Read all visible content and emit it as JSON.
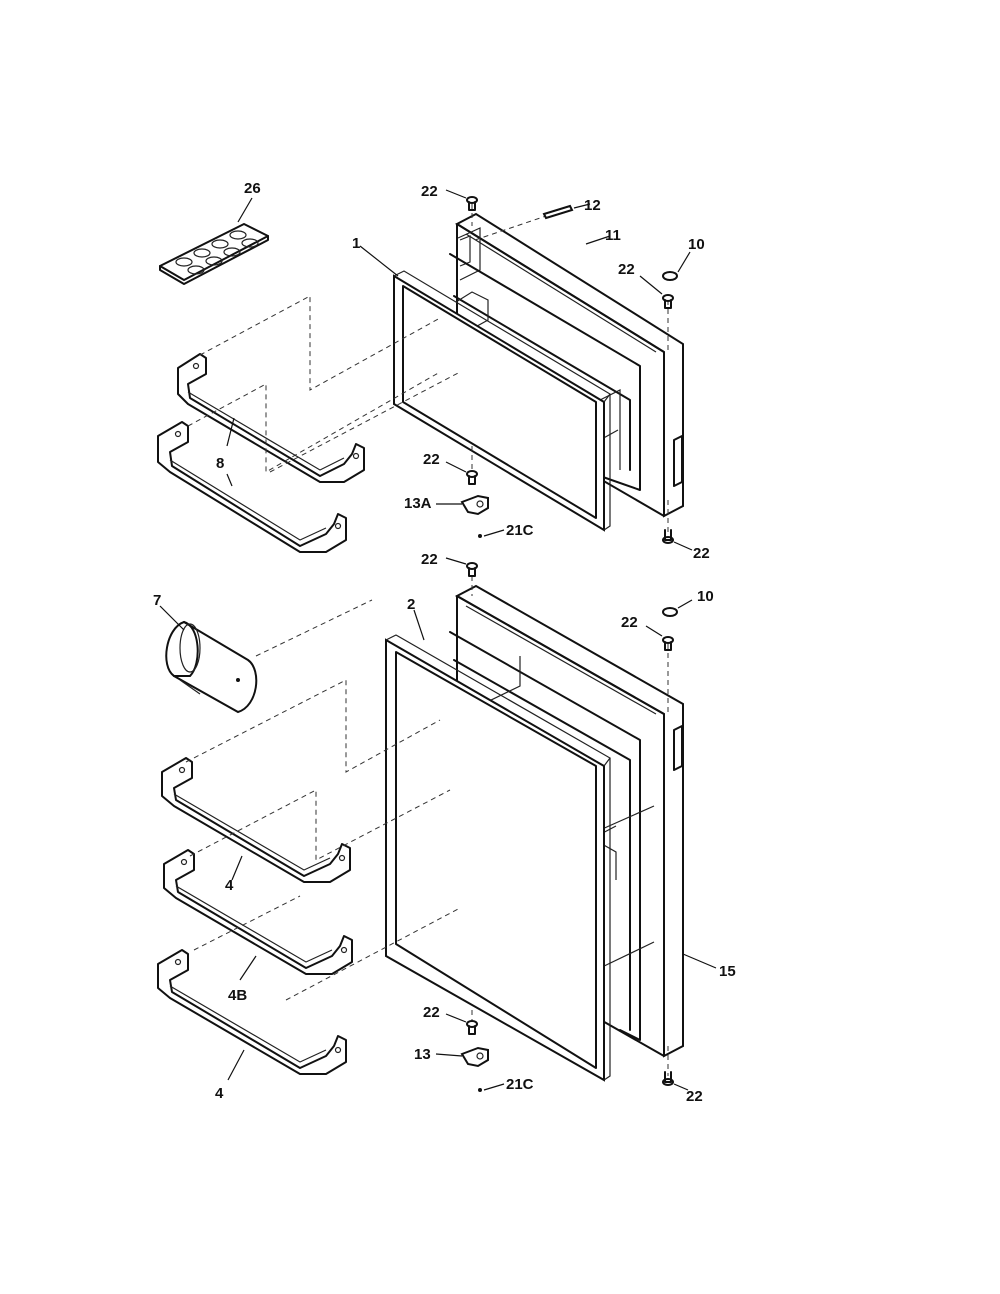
{
  "callouts": {
    "c26": "26",
    "c22_top_a": "22",
    "c12": "12",
    "c11": "11",
    "c10_top": "10",
    "c22_top_b": "22",
    "c1": "1",
    "c8": "8",
    "c22_mid_a": "22",
    "c13a": "13A",
    "c21c_top": "21C",
    "c22_mid_b": "22",
    "c22_mid_c": "22",
    "c7": "7",
    "c2": "2",
    "c10_bot": "10",
    "c22_bot_a": "22",
    "c4_a": "4",
    "c4b": "4B",
    "c15": "15",
    "c22_bot_b": "22",
    "c13": "13",
    "c21c_bot": "21C",
    "c4_b": "4",
    "c22_bot_c": "22"
  }
}
